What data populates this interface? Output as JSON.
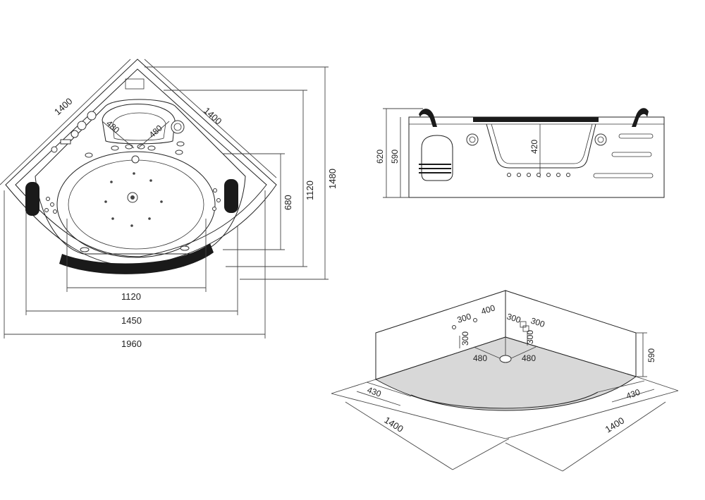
{
  "top_view": {
    "dims": {
      "side_left": "1400",
      "side_right": "1400",
      "seat_left": "480",
      "seat_right": "480",
      "inner_height": "680",
      "mid_height": "1120",
      "total_height": "1480",
      "inner_width": "1120",
      "mid_width": "1450",
      "total_width": "1960"
    }
  },
  "side_view": {
    "dims": {
      "outer_height": "620",
      "rim_height": "590",
      "inner_depth": "420"
    }
  },
  "base_view": {
    "dims": {
      "left_300_a": "300",
      "left_400": "400",
      "left_300_b": "300",
      "right_300_a": "300",
      "right_300_b": "300",
      "right_300_c": "300",
      "left_480": "480",
      "right_480": "480",
      "wall_height": "590",
      "left_offset": "430",
      "right_offset": "430",
      "left_length": "1400",
      "right_length": "1400"
    }
  },
  "colors": {
    "line": "#222222",
    "pillow": "#1a1a1a",
    "base_fill": "#d8d8d8"
  }
}
